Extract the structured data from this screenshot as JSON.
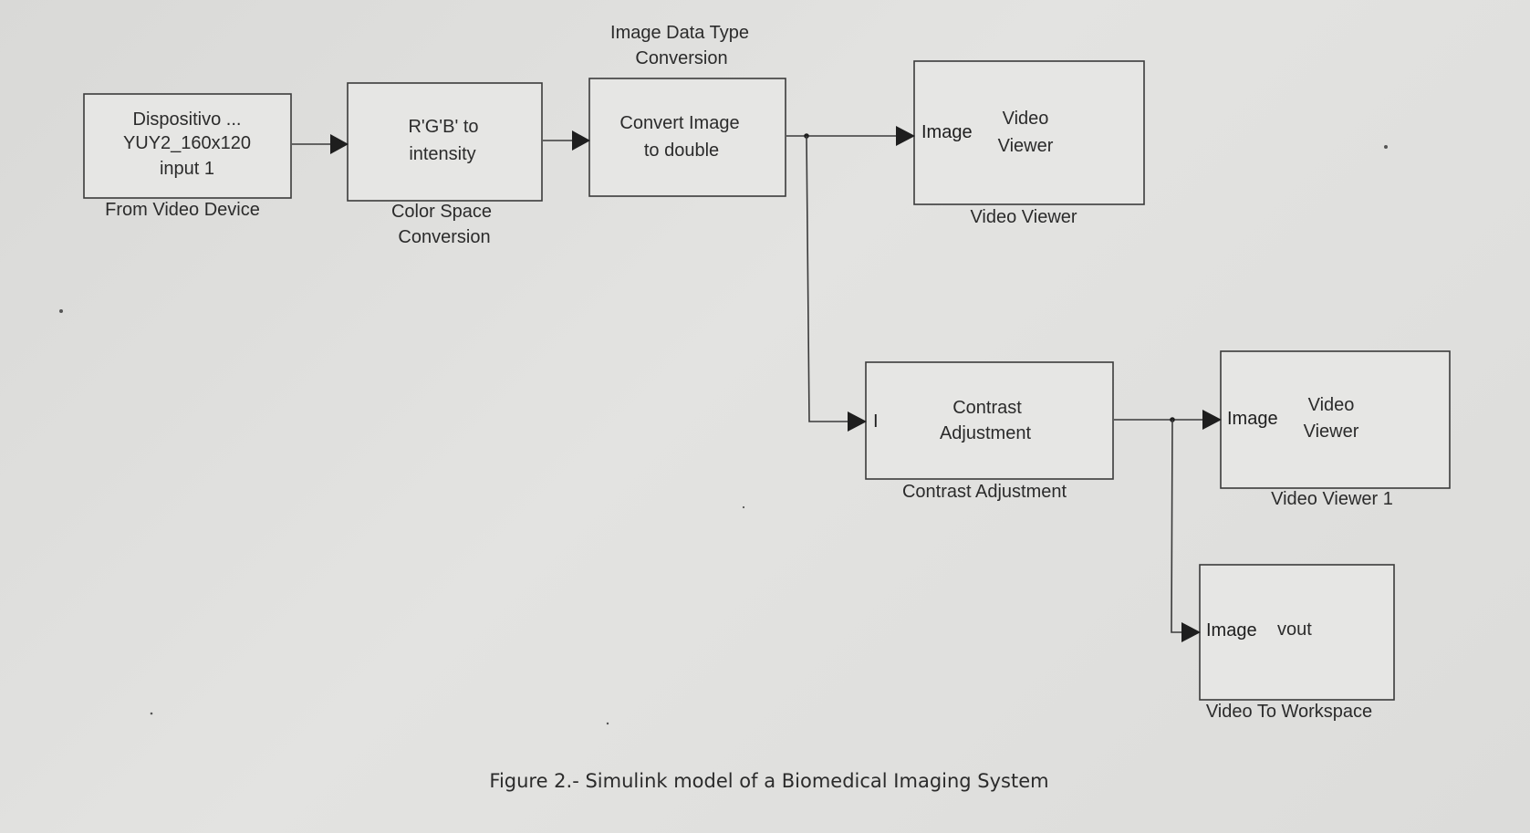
{
  "figure_caption": "Figure 2.- Simulink model of a Biomedical Imaging System",
  "blocks": {
    "from_video_device": {
      "lines": [
        "Dispositivo ...",
        "YUY2_160x120",
        "input 1"
      ],
      "label": "From Video Device"
    },
    "color_space_conversion": {
      "lines": [
        "R'G'B' to",
        "intensity"
      ],
      "label_lines": [
        "Color Space",
        "Conversion"
      ]
    },
    "image_data_type_conversion": {
      "lines": [
        "Convert Image",
        "to double"
      ],
      "label_lines": [
        "Image Data Type",
        "Conversion"
      ]
    },
    "video_viewer": {
      "port": "Image",
      "lines": [
        "Video",
        "Viewer"
      ],
      "label": "Video Viewer"
    },
    "contrast_adjustment": {
      "port": "I",
      "lines": [
        "Contrast",
        "Adjustment"
      ],
      "label": "Contrast Adjustment"
    },
    "video_viewer_1": {
      "port": "Image",
      "lines": [
        "Video",
        "Viewer"
      ],
      "label": "Video Viewer 1"
    },
    "video_to_workspace": {
      "port": "Image",
      "text": "vout",
      "label": "Video To Workspace"
    }
  },
  "colors": {
    "background": "#e0e0de",
    "block_fill": "#e6e6e4",
    "stroke": "#3b3b3b",
    "text": "#2b2b2b"
  }
}
